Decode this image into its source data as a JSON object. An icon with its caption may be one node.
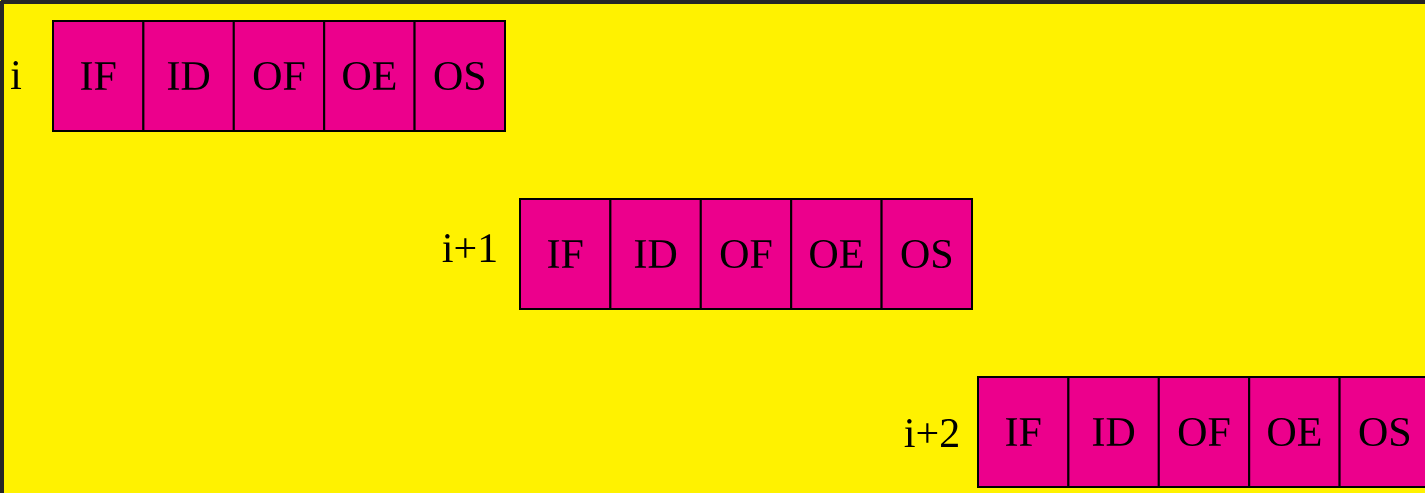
{
  "diagram": {
    "nodes": [
      {
        "text": [
          "IF"
        ]
      },
      {
        "text": [
          "ID"
        ]
      },
      {
        "text": [
          "OF"
        ]
      },
      {
        "text": [
          "OE"
        ]
      },
      {
        "text": [
          "OS"
        ]
      },
      {
        "text": [
          "IF"
        ]
      },
      {
        "text": [
          "ID"
        ]
      },
      {
        "text": [
          "OF"
        ]
      },
      {
        "text": [
          "OE"
        ]
      },
      {
        "text": [
          "OS"
        ]
      },
      {
        "text": [
          "IF"
        ]
      },
      {
        "text": [
          "ID"
        ]
      },
      {
        "text": [
          "OF"
        ]
      },
      {
        "text": [
          "OE"
        ]
      },
      {
        "text": [
          "OS"
        ]
      }
    ],
    "labels": [
      "i",
      "i+1",
      "i+2"
    ]
  }
}
